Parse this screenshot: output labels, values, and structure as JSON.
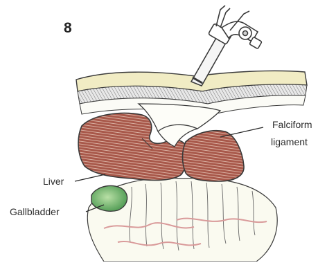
{
  "figure": {
    "number": "8",
    "labels": {
      "falciform_line1": "Falciform",
      "falciform_line2": "ligament",
      "liver": "Liver",
      "gallbladder": "Gallbladder"
    }
  },
  "colors": {
    "liver": "#a8584a",
    "liver_stripe": "#e6c6b8",
    "fat_layer": "#f1ecc4",
    "gallbladder": "#7cbf73",
    "outline": "#3a3a3a",
    "vessels": "#d99a9a"
  },
  "icons": [
    "laparoscopic-port-icon"
  ]
}
